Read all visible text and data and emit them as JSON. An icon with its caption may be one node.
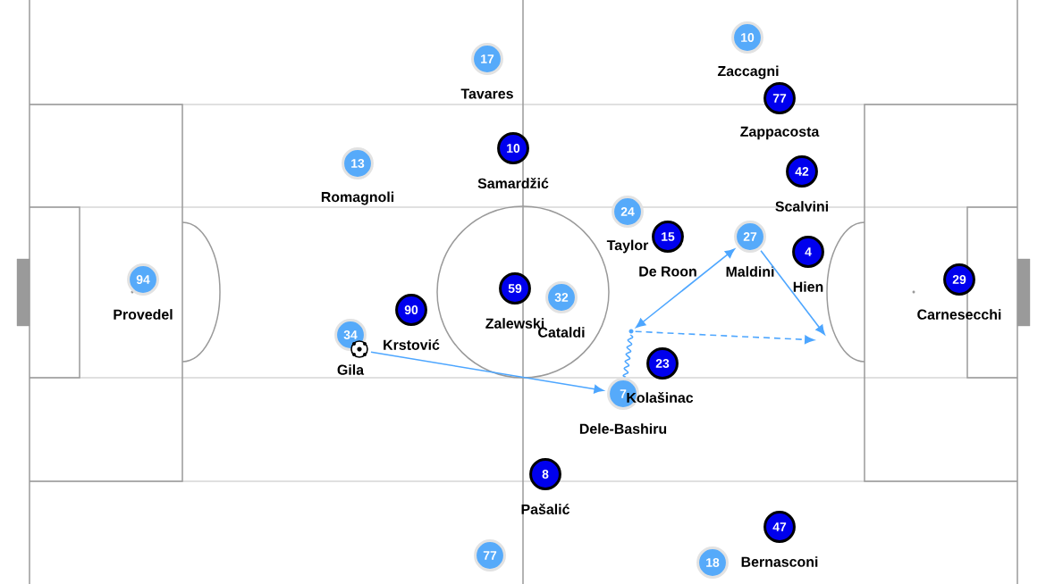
{
  "diagram": {
    "nodes": [
      {
        "text": [
          "17"
        ],
        "beside": [
          "Tavares"
        ]
      },
      {
        "text": [
          "10"
        ]
      },
      {
        "text": [
          "77"
        ],
        "beside": [
          "Zappacosta"
        ]
      },
      {
        "text": [
          "10"
        ],
        "beside": [
          "Samardžić"
        ]
      },
      {
        "text": [
          "13"
        ],
        "beside": [
          "Romagnoli"
        ]
      },
      {
        "text": [
          "42"
        ],
        "beside": [
          "Scalvini"
        ]
      },
      {
        "text": [
          "24"
        ],
        "beside": [
          "Taylor"
        ]
      },
      {
        "text": [
          "15"
        ],
        "beside": [
          "De Roon"
        ]
      },
      {
        "text": [
          "27"
        ],
        "beside": [
          "Maldini"
        ]
      },
      {
        "text": [
          "4"
        ],
        "beside": [
          "Hien"
        ]
      },
      {
        "text": [
          "94"
        ],
        "beside": [
          "Provedel"
        ]
      },
      {
        "text": [
          "29"
        ],
        "beside": [
          "Carnesecchi"
        ]
      },
      {
        "text": [
          "59"
        ],
        "beside": [
          "Zalewski"
        ]
      },
      {
        "text": [
          "32"
        ],
        "beside": [
          "Cataldi"
        ]
      },
      {
        "text": [
          "90"
        ],
        "beside": [
          "Krstović"
        ]
      },
      {
        "text": [
          "34"
        ],
        "beside": [
          "Gila"
        ]
      },
      {
        "text": [
          "23"
        ]
      },
      {
        "text": [
          "7"
        ],
        "beside": [
          "Dele-Bashiru"
        ]
      },
      {
        "text": [
          "8"
        ],
        "beside": [
          "Pašalić"
        ]
      },
      {
        "text": [
          "47"
        ],
        "beside": [
          "Bernasconi"
        ]
      },
      {
        "text": [
          "77"
        ]
      },
      {
        "text": [
          "18"
        ]
      },
      {
        "text": [],
        "shape": "circle"
      }
    ],
    "labels": [
      "Zaccagni",
      "Kolašinac"
    ],
    "edges": [
      {
        "from": 15,
        "to": 17,
        "arrow": "to"
      },
      {
        "from": 17,
        "to": 22,
        "arrow": "none"
      },
      {
        "from": 22,
        "to": 8,
        "arrow": "both"
      },
      {
        "from": 8,
        "to": null,
        "arrow": "to"
      },
      {
        "from": 22,
        "to": null,
        "arrow": "to",
        "style": "dashed"
      }
    ]
  }
}
